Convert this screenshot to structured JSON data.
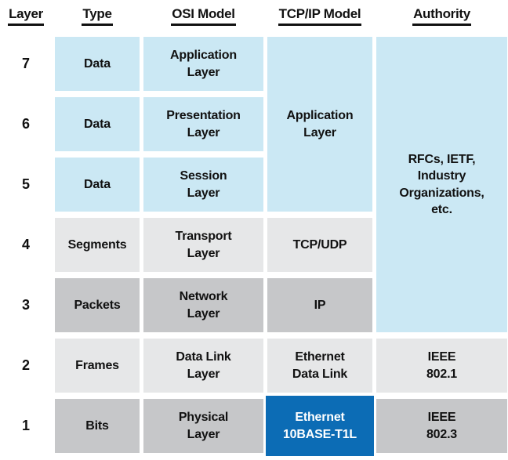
{
  "title": "OSI Model vs TCP/IP Model layer comparison table",
  "colors": {
    "light_blue": "#cbe8f4",
    "light_gray": "#e6e7e8",
    "medium_gray": "#c6c7c9",
    "accent_blue": "#0c6cb5",
    "text": "#111111",
    "highlight_text": "#ffffff",
    "bg": "#ffffff"
  },
  "header": {
    "layer": "Layer",
    "type": "Type",
    "osi": "OSI Model",
    "tcpip": "TCP/IP Model",
    "authority": "Authority"
  },
  "rows": [
    {
      "layer": "7",
      "type": "Data",
      "osi": "Application\nLayer"
    },
    {
      "layer": "6",
      "type": "Data",
      "osi": "Presentation\nLayer"
    },
    {
      "layer": "5",
      "type": "Data",
      "osi": "Session\nLayer"
    },
    {
      "layer": "4",
      "type": "Segments",
      "osi": "Transport\nLayer",
      "tcpip": "TCP/UDP"
    },
    {
      "layer": "3",
      "type": "Packets",
      "osi": "Network\nLayer",
      "tcpip": "IP"
    },
    {
      "layer": "2",
      "type": "Frames",
      "osi": "Data Link\nLayer",
      "tcpip": "Ethernet\nData Link",
      "authority": "IEEE\n802.1"
    },
    {
      "layer": "1",
      "type": "Bits",
      "osi": "Physical\nLayer",
      "tcpip": "Ethernet\n10BASE-T1L",
      "authority": "IEEE\n802.3"
    }
  ],
  "spans": {
    "tcpip_application": "Application\nLayer",
    "authority_rfcs": "RFCs, IETF,\nIndustry\nOrganizations,\netc."
  }
}
